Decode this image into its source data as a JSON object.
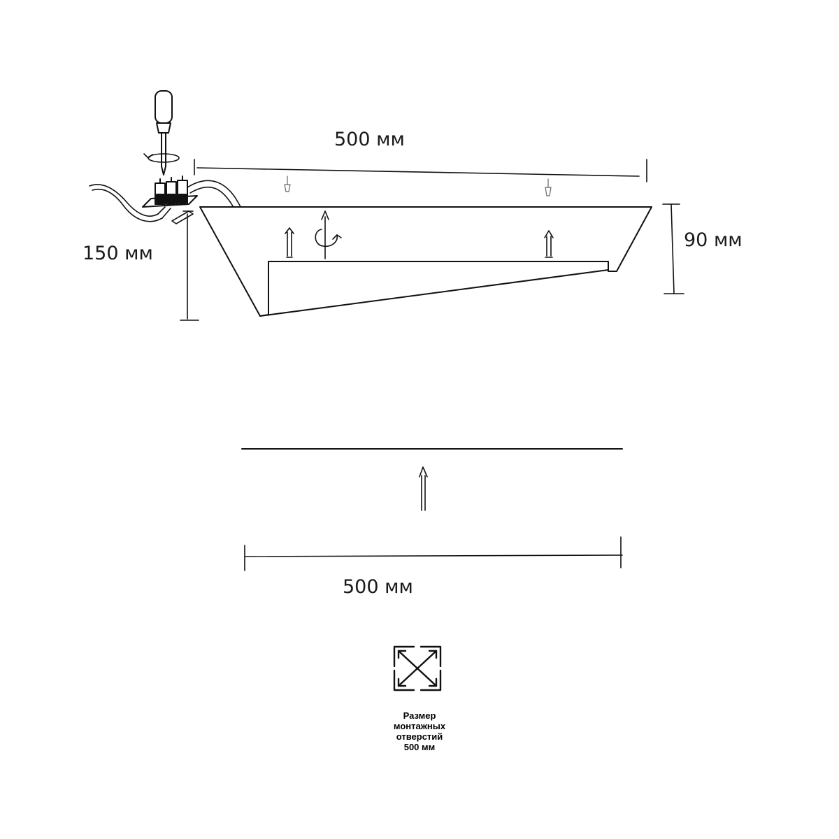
{
  "dimensions": {
    "top_width": "500 мм",
    "height": "90 мм",
    "cable_length": "150 мм",
    "mount_width": "500 мм"
  },
  "mounting_note": {
    "lines": [
      "Размер",
      "монтажных",
      "отверстий",
      "500 мм"
    ]
  },
  "icons": {
    "tool": "screwdriver-icon",
    "terminal": "terminal-block-icon",
    "rotation": "rotate-arrow-icon",
    "mount_symbol": "mounting-holes-icon"
  },
  "colors": {
    "line": "#111111",
    "background": "#ffffff"
  }
}
